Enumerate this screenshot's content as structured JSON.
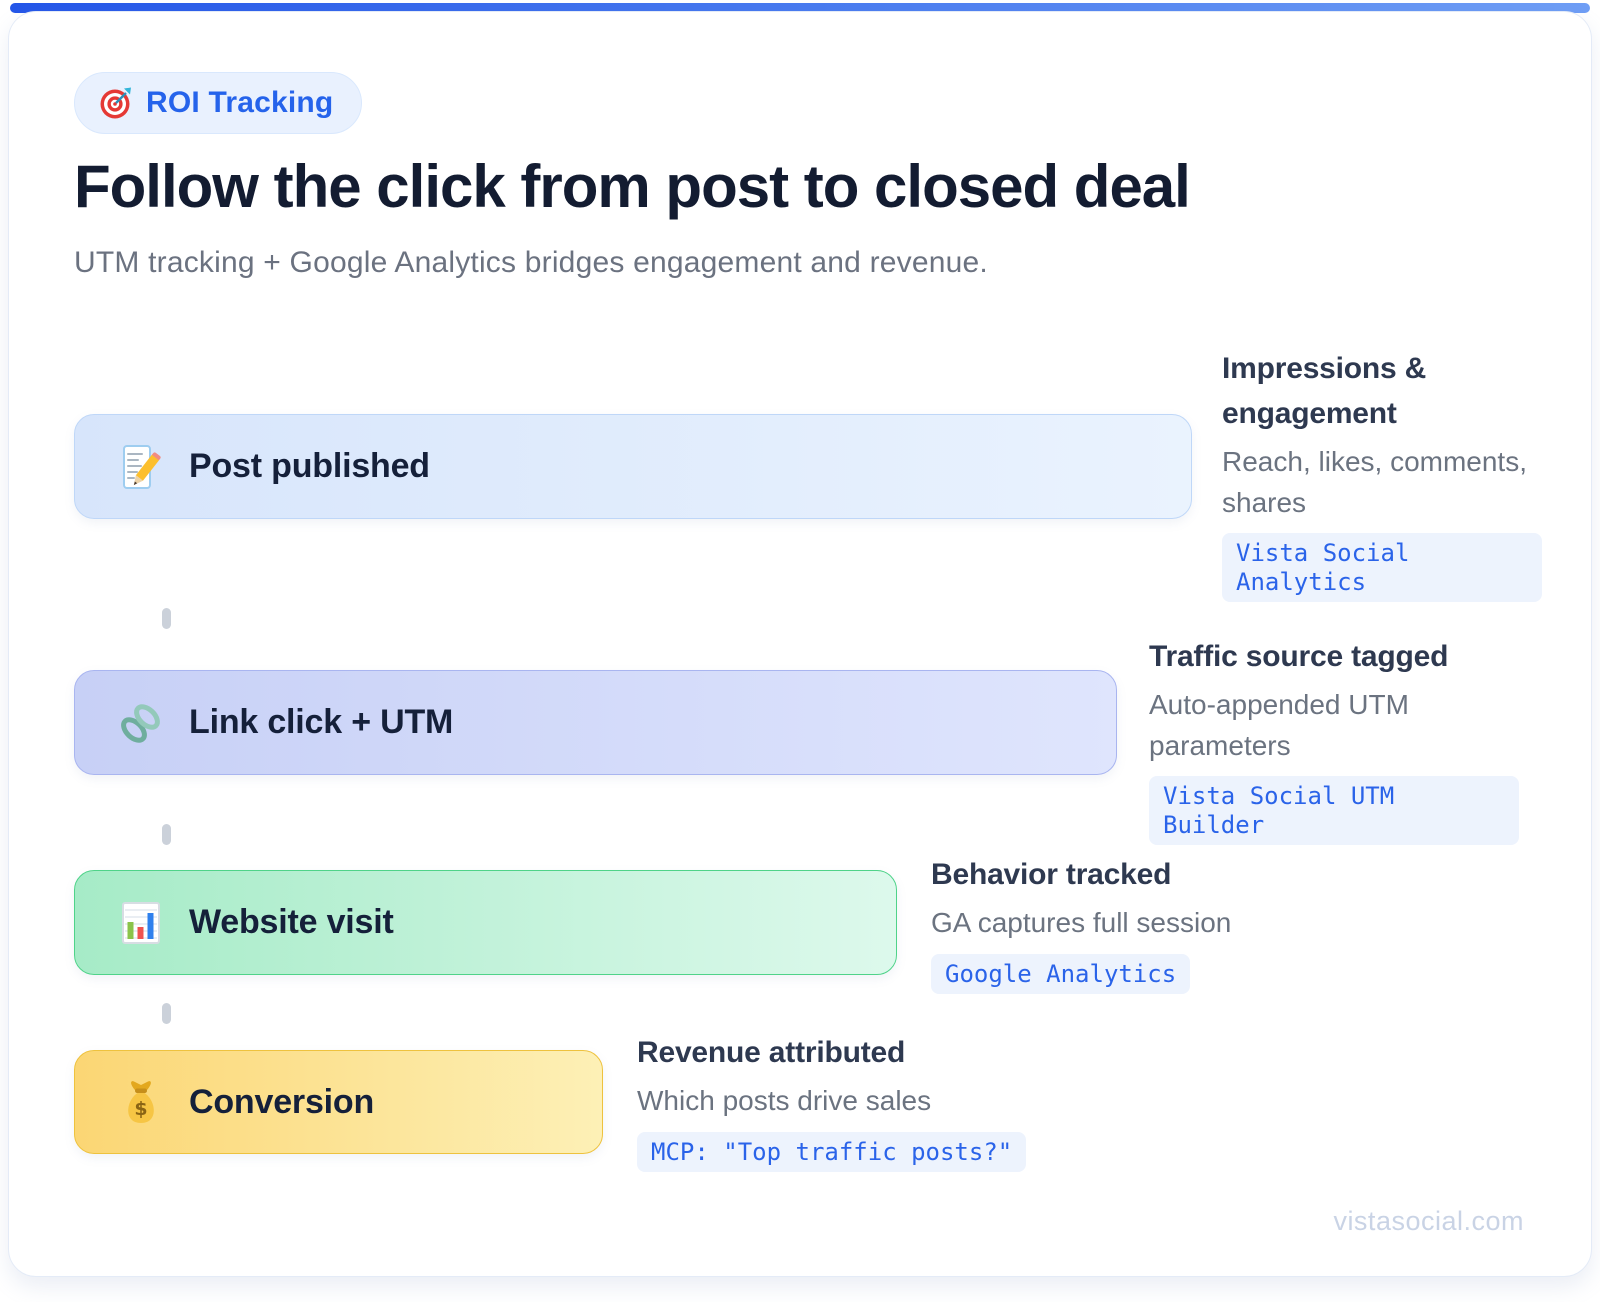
{
  "badge": {
    "label": "ROI Tracking",
    "icon": "target-icon"
  },
  "header": {
    "title": "Follow the click from post to closed deal",
    "subtitle": "UTM tracking + Google Analytics bridges engagement and revenue."
  },
  "funnel": {
    "steps": [
      {
        "label": "Post published",
        "icon": "memo-icon",
        "annotation": {
          "title": "Impressions & engagement",
          "body": "Reach, likes, comments, shares",
          "tag": "Vista Social Analytics"
        }
      },
      {
        "label": "Link click + UTM",
        "icon": "link-icon",
        "annotation": {
          "title": "Traffic source tagged",
          "body": "Auto-appended UTM parameters",
          "tag": "Vista Social UTM Builder"
        }
      },
      {
        "label": "Website visit",
        "icon": "bar-chart-icon",
        "annotation": {
          "title": "Behavior tracked",
          "body": "GA captures full session",
          "tag": "Google Analytics"
        }
      },
      {
        "label": "Conversion",
        "icon": "money-bag-icon",
        "annotation": {
          "title": "Revenue attributed",
          "body": "Which posts drive sales",
          "tag": "MCP: \"Top traffic posts?\""
        }
      }
    ]
  },
  "footer": {
    "site": "vistasocial.com"
  },
  "colors": {
    "accent_blue": "#2563eb",
    "top_bar_gradient_start": "#2456e8",
    "top_bar_gradient_end": "#6f9ef5",
    "step_post_published": "#d7e5fb",
    "step_link_click_utm": "#c7d0f6",
    "step_website_visit": "#a6ebc7",
    "step_conversion": "#fbd674",
    "tag_text": "#2a63e9",
    "tag_bg": "#edf3fd",
    "title_text": "#131c31",
    "body_text": "#6b7380"
  }
}
